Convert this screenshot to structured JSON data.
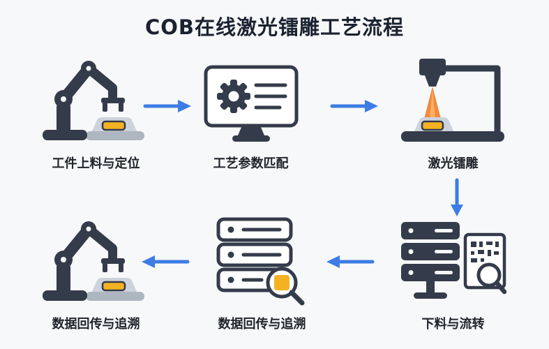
{
  "title": "COB在线激光镭雕工艺流程",
  "colors": {
    "arrow_blue": "#3d7ce4",
    "dark_charcoal": "#343b4a",
    "accent_yellow": "#f4b223",
    "laser_orange": "#f07c2a",
    "platform_gray": "#cdd3dc",
    "background": "#f7f8f9"
  },
  "rows": [
    {
      "cells": [
        {
          "label": "工件上料与定位",
          "icon": "robot-arm-icon"
        },
        {
          "label": "工艺参数匹配",
          "icon": "monitor-gear-icon"
        },
        {
          "label": "激光镭雕",
          "icon": "laser-marker-icon"
        }
      ]
    },
    {
      "cells": [
        {
          "label": "数据回传与追溯",
          "icon": "robot-arm-icon"
        },
        {
          "label": "数据回传与追溯",
          "icon": "server-magnifier-icon"
        },
        {
          "label": "下料与流转",
          "icon": "server-document-magnifier-icon"
        }
      ]
    }
  ],
  "arrows": [
    {
      "from": "工件上料与定位",
      "to": "工艺参数匹配",
      "direction": "right"
    },
    {
      "from": "工艺参数匹配",
      "to": "激光镭雕",
      "direction": "right"
    },
    {
      "from": "激光镭雕",
      "to": "下料与流转",
      "direction": "down"
    },
    {
      "from": "下料与流转",
      "to": "数据回传与追溯",
      "direction": "left"
    },
    {
      "from": "数据回传与追溯",
      "to": "数据回传与追溯",
      "direction": "left"
    }
  ]
}
